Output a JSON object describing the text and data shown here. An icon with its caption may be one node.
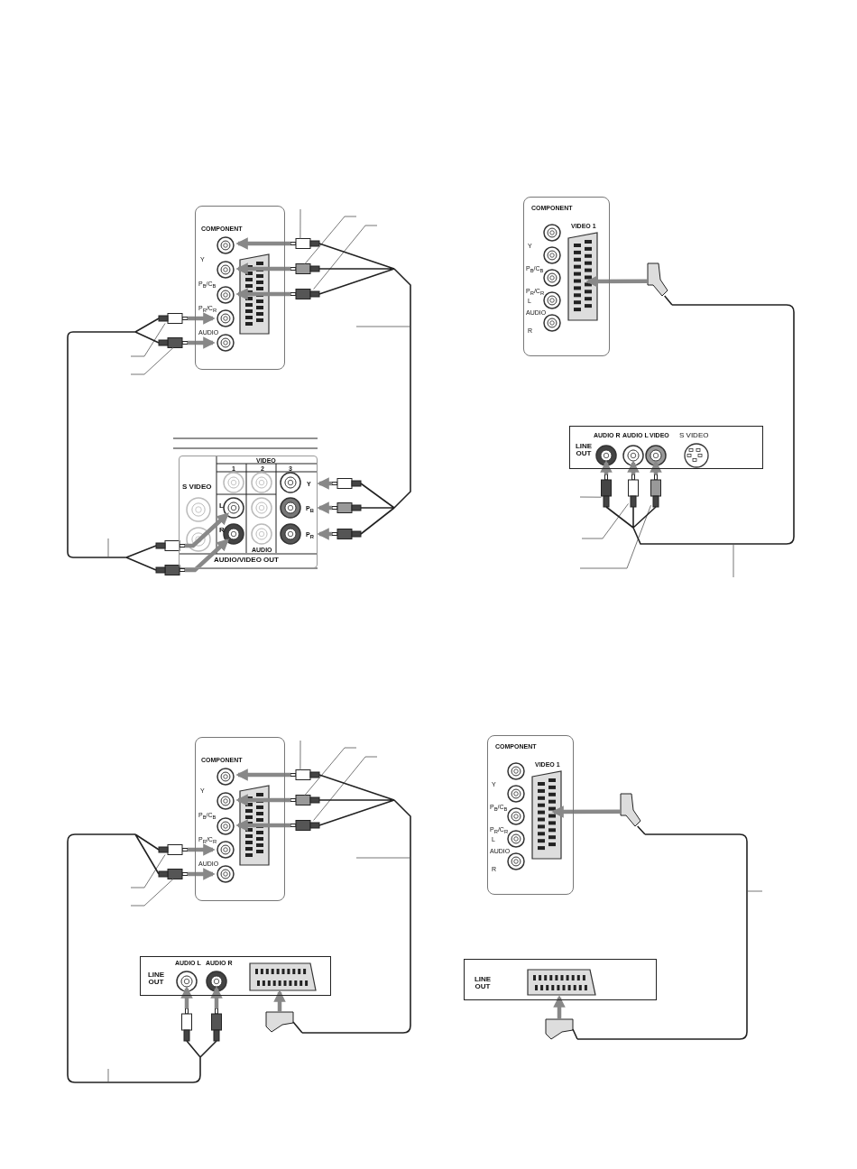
{
  "diagram": {
    "nodes": [
      {
        "text": [
          "COMPONENT",
          "Y",
          "P$_{B}$/C$_{B}$",
          "P$_{R}$/C$_{R}$",
          "AUDIO"
        ]
      },
      {
        "text": [
          "VIDEO",
          "1",
          "2",
          "3",
          "S VIDEO",
          "L",
          "R",
          "AUDIO",
          "AUDIO/VIDEO OUT",
          "Y",
          "P$_{B}$",
          "P$_{R}$"
        ]
      },
      {
        "text": [
          "COMPONENT",
          "VIDEO 1",
          "Y",
          "P$_{B}$/C$_{B}$",
          "P$_{R}$/C$_{R}$",
          "L",
          "AUDIO",
          "R"
        ]
      },
      {
        "text": [
          "LINE OUT",
          "AUDIO R",
          "AUDIO L",
          "VIDEO",
          "S VIDEO"
        ]
      },
      {
        "text": [
          "COMPONENT",
          "Y",
          "P$_{B}$/C$_{B}$",
          "P$_{R}$/C$_{R}$",
          "AUDIO"
        ]
      },
      {
        "text": [
          "LINE OUT",
          "AUDIO L",
          "AUDIO R"
        ]
      },
      {
        "text": [
          "COMPONENT",
          "VIDEO 1",
          "Y",
          "P$_{B}$/C$_{B}$",
          "P$_{R}$/C$_{R}$",
          "L",
          "AUDIO",
          "R"
        ]
      },
      {
        "text": [
          "LINE OUT"
        ]
      },
      {
        "text": [],
        "shape": "plug"
      },
      {
        "text": [],
        "shape": "plug"
      },
      {
        "text": [],
        "shape": "plug"
      },
      {
        "text": [],
        "shape": "plug"
      },
      {
        "text": [],
        "shape": "plug"
      },
      {
        "text": [],
        "shape": "plug"
      },
      {
        "text": [],
        "shape": "plug"
      },
      {
        "text": [],
        "shape": "plug"
      },
      {
        "text": [],
        "shape": "plug"
      },
      {
        "text": [],
        "shape": "plug"
      },
      {
        "text": [],
        "shape": "plug"
      },
      {
        "text": [],
        "shape": "plug"
      },
      {
        "text": [],
        "shape": "plug"
      },
      {
        "text": [],
        "shape": "plug"
      },
      {
        "text": [],
        "shape": "plug"
      },
      {
        "text": [],
        "shape": "plug"
      },
      {
        "text": [],
        "shape": "plug"
      },
      {
        "text": [],
        "shape": "plug"
      },
      {
        "text": [],
        "shape": "plug"
      },
      {
        "text": [],
        "shape": "plug"
      },
      {
        "text": [],
        "shape": "plug"
      },
      {
        "text": [],
        "shape": "plug"
      },
      {
        "text": [],
        "shape": "plug"
      },
      {
        "text": [],
        "shape": "plug"
      }
    ],
    "edges": [
      {
        "from": 13,
        "to": 8,
        "arrow": "none"
      },
      {
        "from": 13,
        "to": 9,
        "arrow": "none"
      },
      {
        "from": 13,
        "to": 10,
        "arrow": "none"
      },
      {
        "from": 14,
        "to": 8,
        "arrow": "none"
      },
      {
        "from": 14,
        "to": 9,
        "arrow": "none"
      },
      {
        "from": 14,
        "to": 10,
        "arrow": "none"
      },
      {
        "from": 15,
        "to": 8,
        "arrow": "none"
      },
      {
        "from": 15,
        "to": 9,
        "arrow": "none"
      },
      {
        "from": 15,
        "to": 10,
        "arrow": "none"
      },
      {
        "from": 16,
        "to": 11,
        "arrow": "none"
      },
      {
        "from": 16,
        "to": 12,
        "arrow": "none"
      },
      {
        "from": 17,
        "to": 11,
        "arrow": "none"
      },
      {
        "from": 17,
        "to": 12,
        "arrow": "none"
      },
      {
        "from": 19,
        "to": 18,
        "arrow": "none"
      },
      {
        "from": 20,
        "to": 18,
        "arrow": "none"
      },
      {
        "from": 21,
        "to": 18,
        "arrow": "none"
      },
      {
        "from": 29,
        "to": 22,
        "arrow": "none"
      },
      {
        "from": 29,
        "to": 23,
        "arrow": "none"
      },
      {
        "from": 29,
        "to": 24,
        "arrow": "none"
      },
      {
        "from": 27,
        "to": 25,
        "arrow": "none"
      },
      {
        "from": 27,
        "to": 26,
        "arrow": "none"
      },
      {
        "from": 28,
        "to": 25,
        "arrow": "none"
      },
      {
        "from": 28,
        "to": 26,
        "arrow": "none"
      },
      {
        "from": 31,
        "to": 30,
        "arrow": "none"
      },
      {
        "from": null,
        "to": 8,
        "arrow": "none"
      },
      {
        "from": null,
        "to": 9,
        "arrow": "none"
      },
      {
        "from": null,
        "to": 10,
        "arrow": "none"
      },
      {
        "from": null,
        "to": 11,
        "arrow": "none"
      },
      {
        "from": null,
        "to": 12,
        "arrow": "none"
      },
      {
        "from": null,
        "to": 19,
        "arrow": "none"
      },
      {
        "from": null,
        "to": 20,
        "arrow": "none"
      },
      {
        "from": null,
        "to": 21,
        "arrow": "none"
      },
      {
        "from": null,
        "to": 22,
        "arrow": "none"
      },
      {
        "from": null,
        "to": 23,
        "arrow": "none"
      },
      {
        "from": null,
        "to": 24,
        "arrow": "none"
      },
      {
        "from": null,
        "to": 25,
        "arrow": "none"
      },
      {
        "from": null,
        "to": 26,
        "arrow": "none"
      },
      {
        "from": 8,
        "to": 0,
        "arrow": "to",
        "style": "thick",
        "color": "#888888"
      },
      {
        "from": 9,
        "to": 0,
        "arrow": "to",
        "style": "thick",
        "color": "#888888"
      },
      {
        "from": 10,
        "to": 0,
        "arrow": "to",
        "style": "thick",
        "color": "#888888"
      },
      {
        "from": 11,
        "to": 0,
        "arrow": "to",
        "style": "thick",
        "color": "#888888"
      },
      {
        "from": 12,
        "to": 0,
        "arrow": "to",
        "style": "thick",
        "color": "#888888"
      },
      {
        "from": 13,
        "to": 1,
        "arrow": "to",
        "style": "thick",
        "color": "#888888"
      },
      {
        "from": 14,
        "to": 1,
        "arrow": "to",
        "style": "thick",
        "color": "#888888"
      },
      {
        "from": 15,
        "to": 1,
        "arrow": "to",
        "style": "thick",
        "color": "#888888"
      },
      {
        "from": 16,
        "to": 1,
        "arrow": "to",
        "style": "thick",
        "color": "#888888"
      },
      {
        "from": 17,
        "to": 1,
        "arrow": "to",
        "style": "thick",
        "color": "#888888"
      },
      {
        "from": 18,
        "to": 2,
        "arrow": "to",
        "style": "thick",
        "color": "#888888"
      },
      {
        "from": 19,
        "to": 3,
        "arrow": "to",
        "style": "thick",
        "color": "#888888"
      },
      {
        "from": 20,
        "to": 3,
        "arrow": "to",
        "style": "thick",
        "color": "#888888"
      },
      {
        "from": 21,
        "to": 3,
        "arrow": "to",
        "style": "thick",
        "color": "#888888"
      },
      {
        "from": 22,
        "to": 4,
        "arrow": "to",
        "style": "thick",
        "color": "#888888"
      },
      {
        "from": 23,
        "to": 4,
        "arrow": "to",
        "style": "thick",
        "color": "#888888"
      },
      {
        "from": 24,
        "to": 4,
        "arrow": "to",
        "style": "thick",
        "color": "#888888"
      },
      {
        "from": 25,
        "to": 4,
        "arrow": "to",
        "style": "thick",
        "color": "#888888"
      },
      {
        "from": 26,
        "to": 4,
        "arrow": "to",
        "style": "thick",
        "color": "#888888"
      },
      {
        "from": 27,
        "to": 5,
        "arrow": "to",
        "style": "thick",
        "color": "#888888"
      },
      {
        "from": 28,
        "to": 5,
        "arrow": "to",
        "style": "thick",
        "color": "#888888"
      },
      {
        "from": 29,
        "to": 5,
        "arrow": "to",
        "style": "thick",
        "color": "#888888"
      },
      {
        "from": 30,
        "to": 6,
        "arrow": "to",
        "style": "thick",
        "color": "#888888"
      },
      {
        "from": 31,
        "to": 7,
        "arrow": "to",
        "style": "thick",
        "color": "#888888"
      }
    ]
  }
}
